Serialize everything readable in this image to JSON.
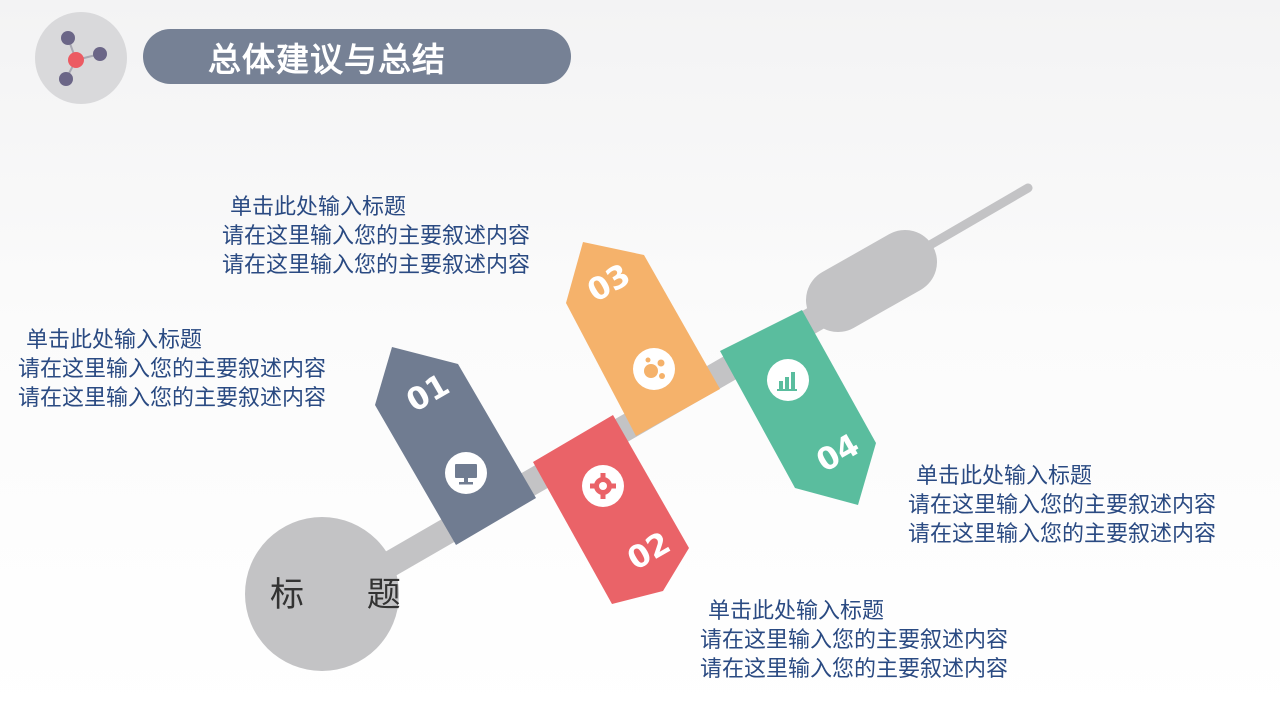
{
  "header": {
    "title": "总体建议与总结",
    "logo_icon": "molecule-icon"
  },
  "diagram": {
    "center_label": "标  题",
    "steps": [
      {
        "number": "01",
        "icon": "monitor-icon",
        "color": "#707c91",
        "heading": "单击此处输入标题",
        "lines": [
          "请在这里输入您的主要叙述内容",
          "请在这里输入您的主要叙述内容"
        ]
      },
      {
        "number": "02",
        "icon": "gear-icon",
        "color": "#ea6368",
        "heading": "单击此处输入标题",
        "lines": [
          "请在这里输入您的主要叙述内容",
          "请在这里输入您的主要叙述内容"
        ]
      },
      {
        "number": "03",
        "icon": "bubbles-icon",
        "color": "#f5b26b",
        "heading": "单击此处输入标题",
        "lines": [
          "请在这里输入您的主要叙述内容",
          "请在这里输入您的主要叙述内容"
        ]
      },
      {
        "number": "04",
        "icon": "bar-chart-icon",
        "color": "#5abd9e",
        "heading": "单击此处输入标题",
        "lines": [
          "请在这里输入您的主要叙述内容",
          "请在这里输入您的主要叙述内容"
        ]
      }
    ]
  },
  "colors": {
    "title_bar": "#768195",
    "needle": "#bfbfc1",
    "text": "#2a4a82"
  }
}
